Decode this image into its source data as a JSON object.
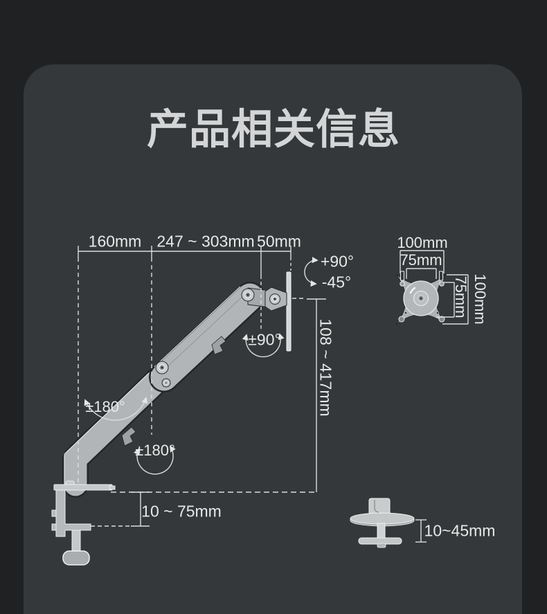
{
  "page": {
    "title": "产品相关信息"
  },
  "colors": {
    "background": "#1f2123",
    "card": "#35383a",
    "line": "#dcdddd",
    "text": "#e7e8e8",
    "metal": "#b2b5b7",
    "metal_light": "#c9ccce",
    "outline": "#24272a"
  },
  "diagram": {
    "arm_side_view": {
      "reach_segment_1": "160mm",
      "reach_segment_2": "247 ~ 303mm",
      "reach_segment_3": "50mm",
      "tilt_up": "+90°",
      "tilt_down": "-45°",
      "head_rotation": "±90°",
      "height_range": "108 ~ 417mm",
      "upper_arm_swivel": "±180°",
      "lower_arm_swivel": "±180°",
      "clamp_thickness": "10 ~ 75mm"
    },
    "vesa_plate": {
      "width_outer": "100mm",
      "width_inner": "75mm",
      "height_inner": "75mm",
      "height_outer": "100mm"
    },
    "grommet_mount": {
      "thickness": "10~45mm"
    }
  }
}
